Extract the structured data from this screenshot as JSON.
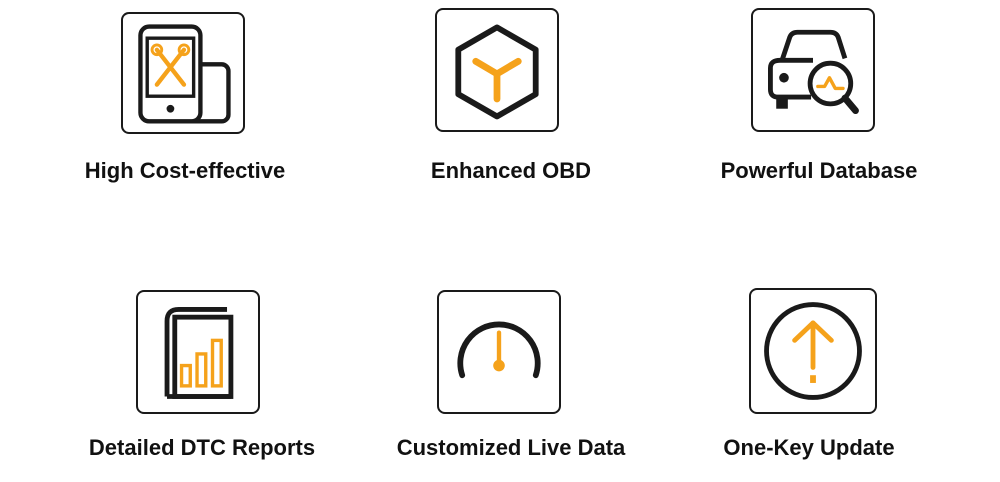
{
  "colors": {
    "accent": "#F5A21B",
    "ink": "#1a1a1a"
  },
  "features": [
    {
      "label": "High Cost-effective",
      "icon": "phone-tools-icon"
    },
    {
      "label": "Enhanced OBD",
      "icon": "hexagon-y-icon"
    },
    {
      "label": "Powerful Database",
      "icon": "car-magnifier-icon"
    },
    {
      "label": "Detailed DTC Reports",
      "icon": "report-chart-icon"
    },
    {
      "label": "Customized Live Data",
      "icon": "gauge-icon"
    },
    {
      "label": "One-Key Update",
      "icon": "update-arrow-icon"
    }
  ]
}
